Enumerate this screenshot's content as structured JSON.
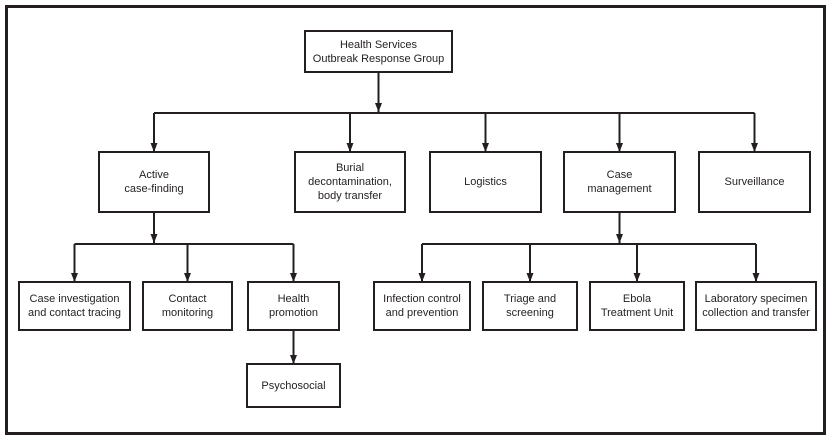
{
  "figure": {
    "type": "organizational-flowchart",
    "colors": {
      "line": "#231f20",
      "box_fill": "#ffffff",
      "background": "#ffffff"
    }
  },
  "nodes": {
    "root": "Health Services\nOutbreak Response Group",
    "active_case_finding": "Active\ncase-finding",
    "burial": "Burial\ndecontamination,\nbody transfer",
    "logistics": "Logistics",
    "case_management": "Case\nmanagement",
    "surveillance": "Surveillance",
    "case_investigation": "Case investigation\nand contact tracing",
    "contact_monitoring": "Contact\nmonitoring",
    "health_promotion": "Health\npromotion",
    "psychosocial": "Psychosocial",
    "infection_control": "Infection control\nand prevention",
    "triage_screening": "Triage and\nscreening",
    "ebola_treatment_unit": "Ebola\nTreatment Unit",
    "laboratory_specimen": "Laboratory specimen\ncollection and transfer"
  },
  "hierarchy": [
    {
      "parent": "root",
      "children": [
        "active_case_finding",
        "burial",
        "logistics",
        "case_management",
        "surveillance"
      ]
    },
    {
      "parent": "active_case_finding",
      "children": [
        "case_investigation",
        "contact_monitoring",
        "health_promotion"
      ]
    },
    {
      "parent": "health_promotion",
      "children": [
        "psychosocial"
      ]
    },
    {
      "parent": "case_management",
      "children": [
        "infection_control",
        "triage_screening",
        "ebola_treatment_unit",
        "laboratory_specimen"
      ]
    }
  ]
}
